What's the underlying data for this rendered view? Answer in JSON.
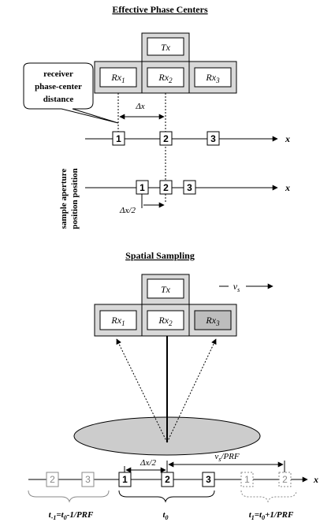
{
  "top": {
    "title": "Effective Phase Centers",
    "tx": "Tx",
    "rx": [
      "Rx",
      "Rx",
      "Rx"
    ],
    "rx_sub": [
      "1",
      "2",
      "3"
    ],
    "callout": [
      "receiver",
      "phase-center",
      "distance"
    ],
    "delta_x": "Δx",
    "delta_x_half": "Δx/2",
    "left_label_1": "sample  aperture",
    "left_label_2": "position  position",
    "axis": "x",
    "row1_boxes": [
      "1",
      "2",
      "3"
    ],
    "row2_boxes": [
      "1",
      "2",
      "3"
    ]
  },
  "bottom": {
    "title": "Spatial Sampling",
    "tx": "Tx",
    "rx": [
      "Rx",
      "Rx",
      "Rx"
    ],
    "rx_sub": [
      "1",
      "2",
      "3"
    ],
    "velocity": "v",
    "velocity_sub": "s",
    "delta_x_half": "Δx/2",
    "vs_prf": "v",
    "vs_prf_sub": "s",
    "vs_prf_tail": "/PRF",
    "axis": "x",
    "boxes_prev": [
      "2",
      "3"
    ],
    "boxes_cur": [
      "1",
      "2",
      "3"
    ],
    "boxes_next": [
      "1",
      "2"
    ],
    "t_minus": "t",
    "t_minus_sub": "-1",
    "t_minus_eq": "=t",
    "t_minus_eq_sub": "0",
    "t_minus_tail": "-1/PRF",
    "t0": "t",
    "t0_sub": "0",
    "t_plus": "t",
    "t_plus_sub": "1",
    "t_plus_eq": "=t",
    "t_plus_eq_sub": "0",
    "t_plus_tail": "+1/PRF"
  },
  "colors": {
    "ink": "#000000",
    "box_fill": "#d9d9d9",
    "inner_fill": "#ffffff",
    "ellipse": "#cccccc",
    "faded": "#8a8a8a"
  }
}
